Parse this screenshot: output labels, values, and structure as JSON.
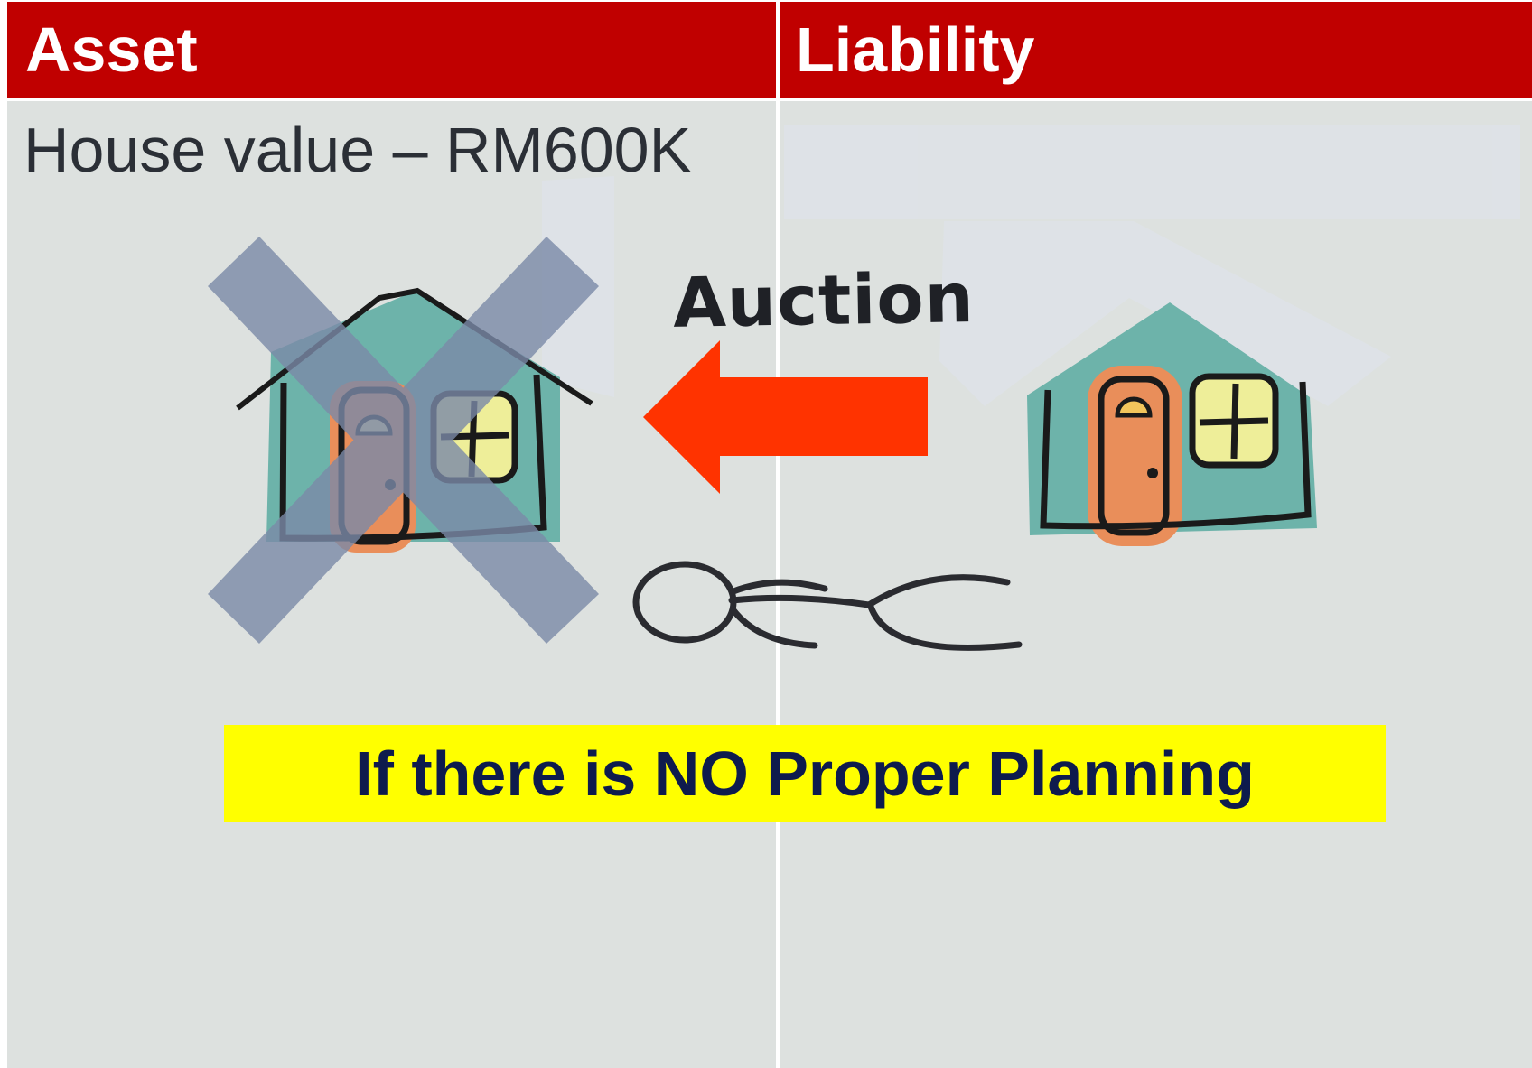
{
  "table": {
    "headers": {
      "asset": "Asset",
      "liability": "Liability"
    },
    "asset_cell": {
      "text": "House value – RM600K"
    }
  },
  "diagram": {
    "action_label": "Auction",
    "banner": "If there is NO Proper Planning"
  },
  "colors": {
    "header_bg": "#c00000",
    "cell_bg": "#dde1df",
    "arrow": "#ff3300",
    "house_wall": "#6db3aa",
    "door": "#e98e5a",
    "window": "#eeee99",
    "cross": "#7b8aa8",
    "banner_bg": "#ffff00",
    "banner_text": "#0e1b4d"
  },
  "icons": [
    "house-icon",
    "cross-out-icon",
    "left-arrow-icon",
    "key-icon"
  ]
}
